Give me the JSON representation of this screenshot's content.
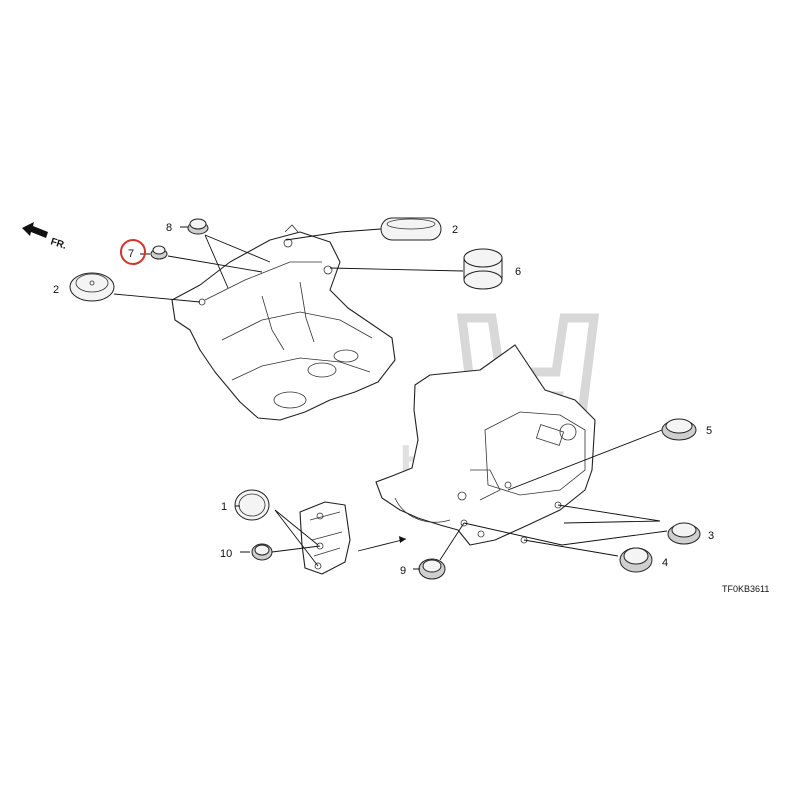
{
  "diagram": {
    "direction_label": "FR.",
    "code": "TF0KB3611",
    "callouts": {
      "c1": "1",
      "c2a": "2",
      "c2b": "2",
      "c3": "3",
      "c4": "4",
      "c5": "5",
      "c6": "6",
      "c7": "7",
      "c8": "8",
      "c9": "9",
      "c10": "10"
    },
    "highlight_color": "#d0342c",
    "watermark_color": "#b8b8b8"
  }
}
